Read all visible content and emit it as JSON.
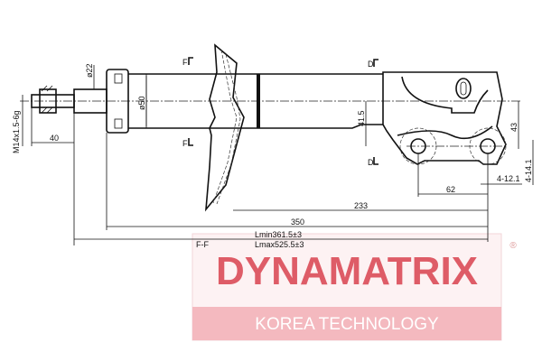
{
  "drawing": {
    "thread_label": "M14x1.5-6g",
    "dim_40": "40",
    "dia_22": "ø22",
    "dia_50": "ø50",
    "section_f_top": "F",
    "section_f_bottom": "F",
    "section_d_top": "D",
    "section_d_bottom": "D",
    "dim_41_5": "41.5",
    "dim_43": "43",
    "dim_4_12_1": "4-12.1",
    "dim_4_14_1": "4-14.1",
    "dim_62": "62",
    "dim_233": "233",
    "dim_350": "350",
    "lmin": "Lmin361.5±3",
    "lmax": "Lmax525.5±3",
    "section_ff": "F-F"
  },
  "watermark": {
    "brand": "DYNAMATRIX",
    "registered": "®",
    "tagline": "KOREA TECHNOLOGY",
    "brand_color": "#d9434f"
  }
}
